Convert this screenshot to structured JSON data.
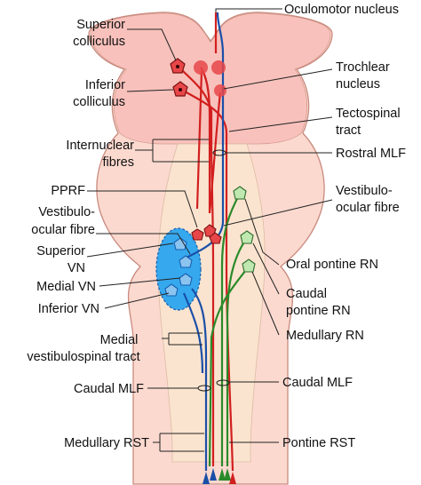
{
  "labels": {
    "oculomotor_nucleus": "Oculomotor nucleus",
    "superior_colliculus_1": "Superior",
    "superior_colliculus_2": "colliculus",
    "inferior_colliculus_1": "Inferior",
    "inferior_colliculus_2": "colliculus",
    "trochlear_1": "Trochlear",
    "trochlear_2": "nucleus",
    "tectospinal_1": "Tectospinal",
    "tectospinal_2": "tract",
    "internuclear_1": "Internuclear",
    "internuclear_2": "fibres",
    "rostral_mlf": "Rostral MLF",
    "pprf": "PPRF",
    "vestibulo_ocular_right_1": "Vestibulo-",
    "vestibulo_ocular_right_2": "ocular fibre",
    "vestibulo_ocular_left_1": "Vestibulo-",
    "vestibulo_ocular_left_2": "ocular fibre",
    "superior_vn_1": "Superior",
    "superior_vn_2": "VN",
    "oral_pontine_rn": "Oral pontine RN",
    "medial_vn": "Medial VN",
    "caudal_pontine_rn_1": "Caudal",
    "caudal_pontine_rn_2": "pontine RN",
    "inferior_vn": "Inferior VN",
    "medullary_rn": "Medullary RN",
    "medial_vst_1": "Medial",
    "medial_vst_2": "vestibulospinal tract",
    "caudal_mlf_left": "Caudal MLF",
    "caudal_mlf_right": "Caudal MLF",
    "medullary_rst": "Medullary RST",
    "pontine_rst": "Pontine RST"
  },
  "colors": {
    "brainstem_fill": "#fbd9cf",
    "brainstem_stroke": "#c98a7e",
    "midbrain_fill": "#f7b9b5",
    "central_fill": "#fbe6cf",
    "red_tract": "#d21f1f",
    "blue_tract": "#1a4fa8",
    "green_tract": "#2a8a2a",
    "vestibular_fill": "#36a8ee",
    "vestibular_stroke": "#1560b0",
    "neuron_red_fill": "#e8474a",
    "neuron_blue_fill": "#8cc4f0",
    "neuron_green_fill": "#bfe8b0",
    "leader": "#222222"
  }
}
